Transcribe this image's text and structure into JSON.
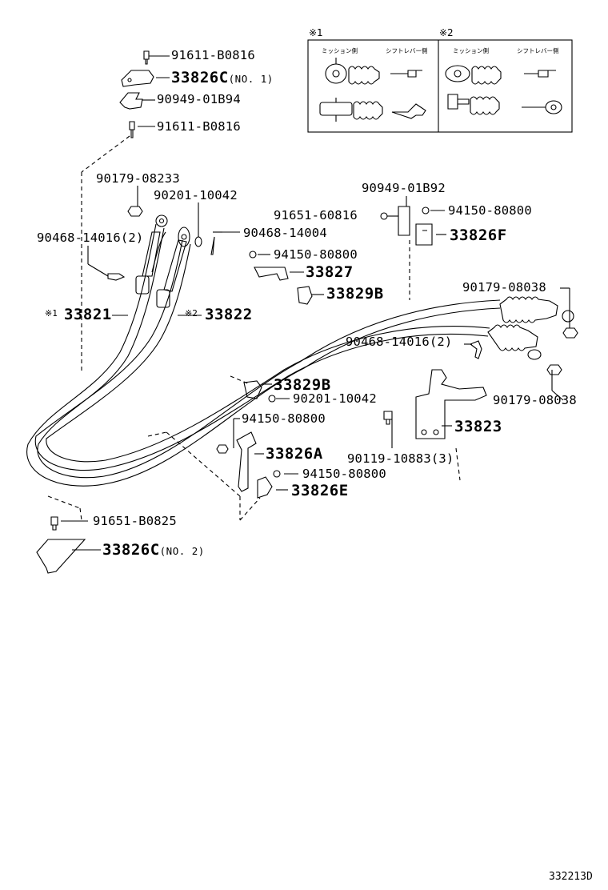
{
  "diagram_code": "332213D",
  "inset": {
    "ref_1": "※1",
    "ref_2": "※2",
    "col_a1": "ミッション側",
    "col_b1": "シフトレバー側",
    "col_a2": "ミッション側",
    "col_b2": "シフトレバー側"
  },
  "labels": {
    "p91611_top": "91611-B0816",
    "p33826c1": "33826C",
    "p33826c1_note": "(NO. 1)",
    "p90949_b94": "90949-01B94",
    "p91611_mid": "91611-B0816",
    "p90179_08233": "90179-08233",
    "p90201_a": "90201-10042",
    "p90468_14016a": "90468-14016(2)",
    "p90468_14004": "90468-14004",
    "p94150_a": "94150-80800",
    "p33827": "33827",
    "p33829b_a": "33829B",
    "p90949_b92": "90949-01B92",
    "p91651_60816": "91651-60816",
    "p94150_b": "94150-80800",
    "p33826f": "33826F",
    "p90179_08038a": "90179-08038",
    "p33821_ref": "※1",
    "p33821": "33821",
    "p33822_ref": "※2",
    "p33822": "33822",
    "p90468_14016b": "90468-14016(2)",
    "p33829b_b": "33829B",
    "p90201_b": "90201-10042",
    "p90179_08038b": "90179-08038",
    "p94150_c": "94150-80800",
    "p33823": "33823",
    "p33826a": "33826A",
    "p90119": "90119-10883(3)",
    "p94150_d": "94150-80800",
    "p33826e": "33826E",
    "p91651_b0825": "91651-B0825",
    "p33826c2": "33826C",
    "p33826c2_note": "(NO. 2)"
  }
}
